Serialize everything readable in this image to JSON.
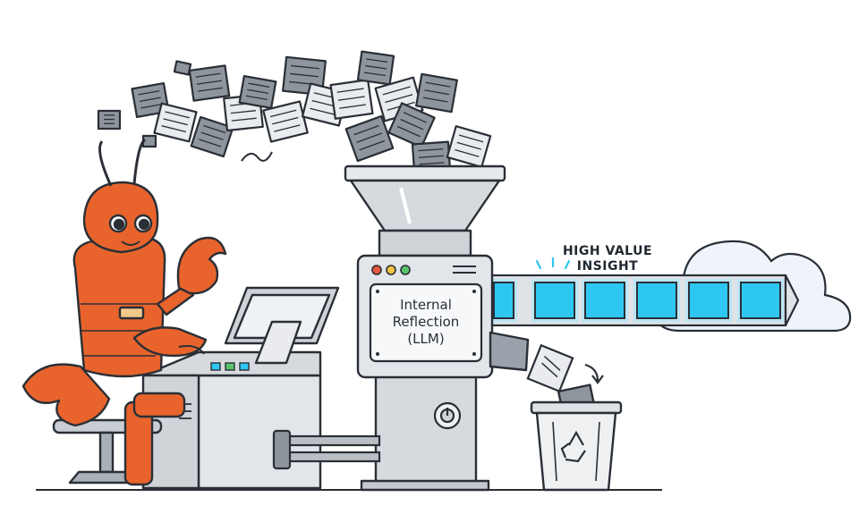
{
  "machine": {
    "label_line1": "Internal",
    "label_line2": "Reflection",
    "label_line3": "(LLM)"
  },
  "insight": {
    "label_line1": "HIGH VALUE",
    "label_line2": "INSIGHT"
  },
  "colors": {
    "lobster": "#e8642c",
    "lobster_dark": "#b8461a",
    "metal": "#d6dadf",
    "metal_dark": "#aab0b8",
    "outline": "#2a2f36",
    "insight_blue": "#2ec7f2",
    "insight_glow": "#9fe8ff",
    "cloud": "#eef4fa",
    "paper_light": "#e9ebee",
    "paper_dark": "#8f959d"
  },
  "icons": {
    "bin": "recycle-icon",
    "machine_dial": "dial-icon"
  }
}
